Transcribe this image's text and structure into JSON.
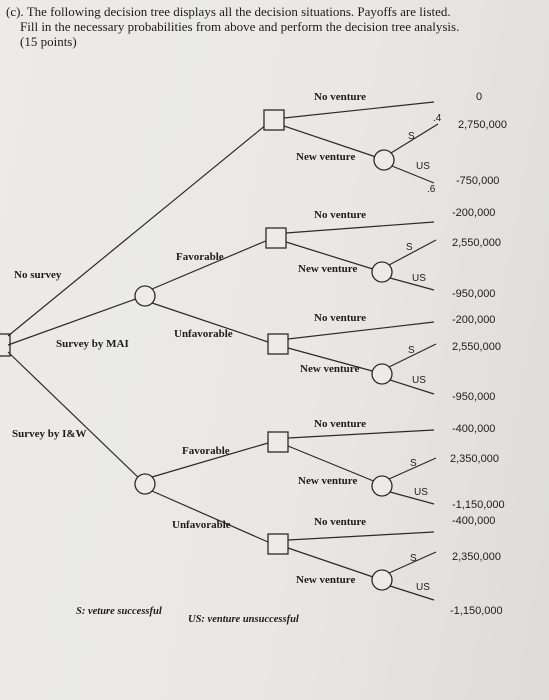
{
  "header": {
    "line1": "(c). The following decision tree displays all the decision situations.  Payoffs are listed.",
    "line2": "Fill in the necessary probabilities from above and perform the decision tree analysis.",
    "line3": "(15 points)"
  },
  "root_branches": {
    "no_survey": "No survey",
    "survey_mai": "Survey by MAI",
    "survey_lw": "Survey by I&W"
  },
  "outcome_labels": {
    "favorable": "Favorable",
    "unfavorable": "Unfavorable"
  },
  "decision_labels": {
    "no_venture": "No venture",
    "new_venture": "New venture"
  },
  "chance_labels": {
    "success": "S",
    "failure": "US"
  },
  "probabilities": {
    "success": ".4",
    "failure": ".6"
  },
  "payoffs": {
    "no_survey": {
      "no_venture": "0",
      "success": "2,750,000",
      "failure": "-750,000"
    },
    "mai_favorable": {
      "no_venture": "-200,000",
      "success": "2,550,000",
      "failure": "-950,000"
    },
    "mai_unfavorable": {
      "no_venture": "-200,000",
      "success": "2,550,000",
      "failure": "-950,000"
    },
    "lw_favorable": {
      "no_venture": "-400,000",
      "success": "2,350,000",
      "failure": "-1,150,000"
    },
    "lw_unfavorable": {
      "no_venture": "-400,000",
      "success": "2,350,000",
      "failure": "-1,150,000"
    }
  },
  "legend": {
    "success": "S: veture successful",
    "failure": "US: venture unsuccessful"
  }
}
